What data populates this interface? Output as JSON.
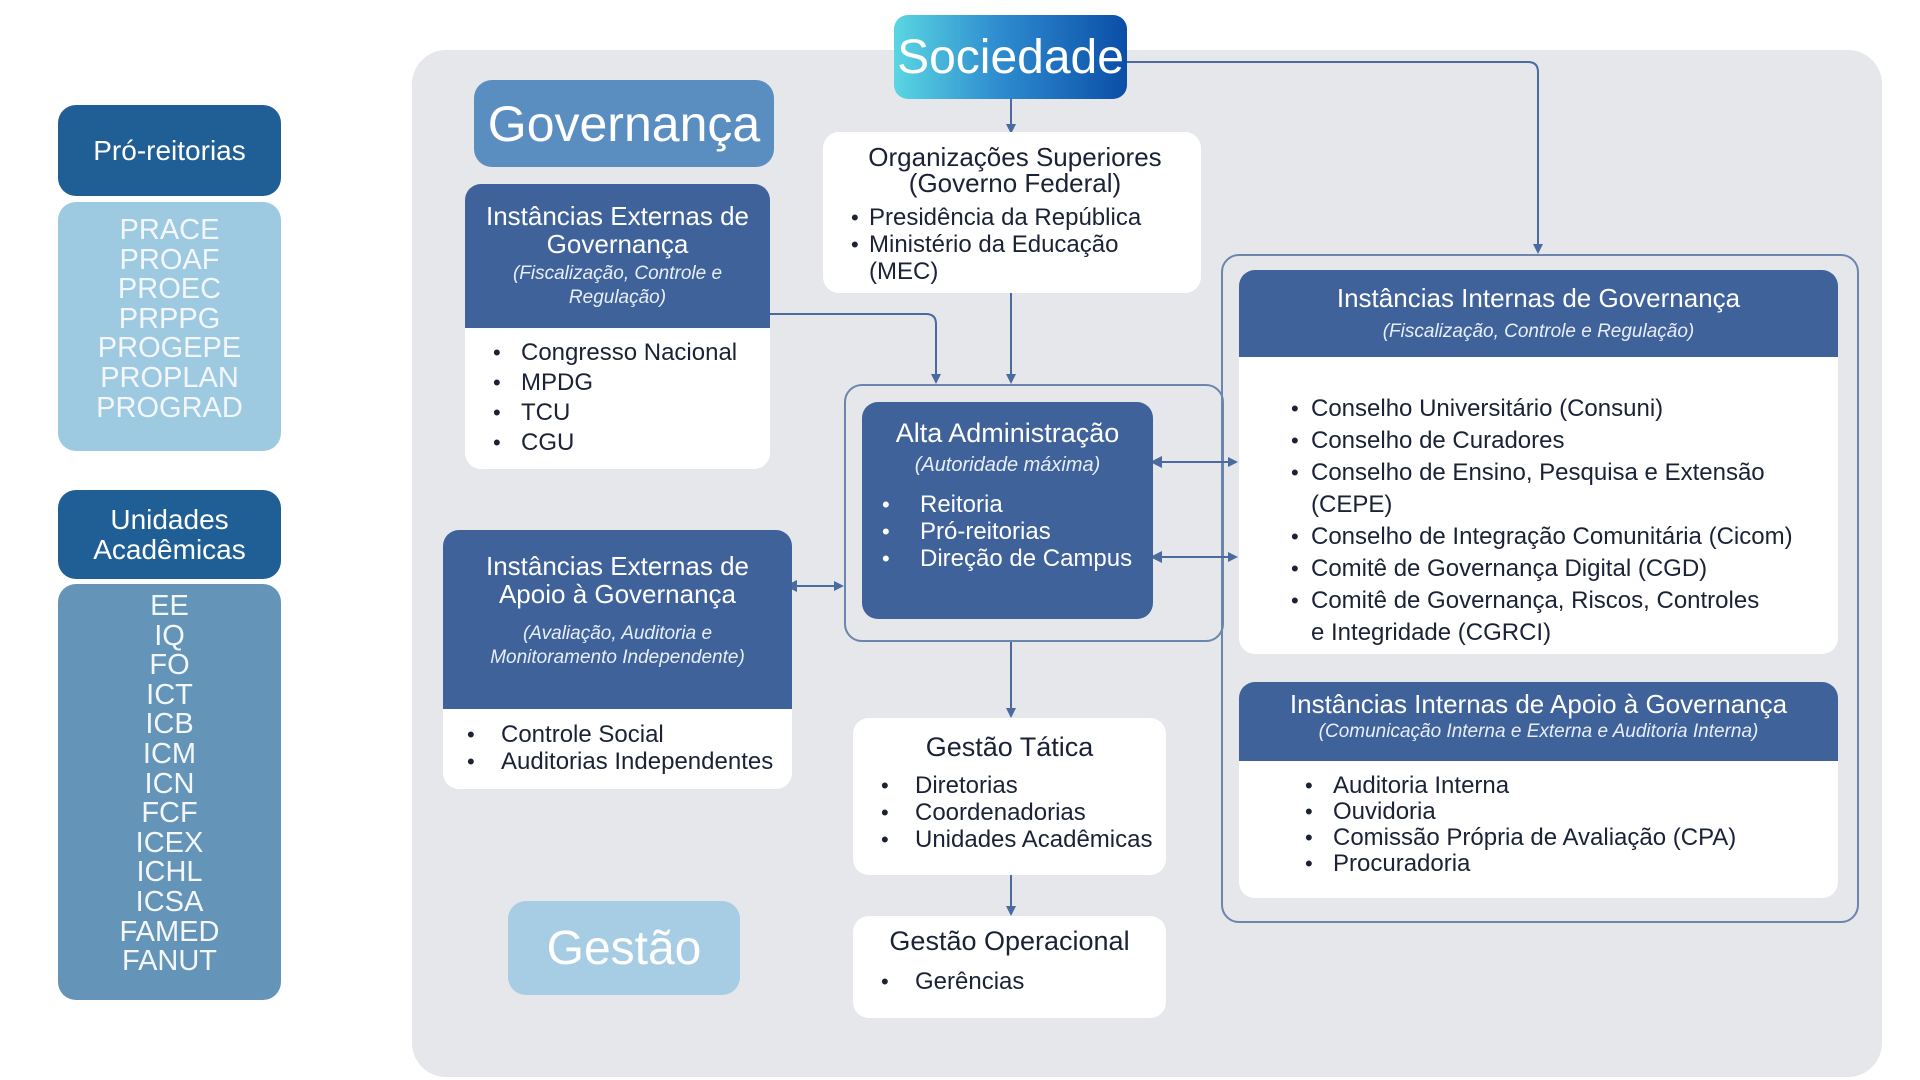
{
  "sidebar": {
    "pro_reitorias": {
      "title": "Pró-reitorias",
      "items": [
        "PRACE",
        "PROAF",
        "PROEC",
        "PRPPG",
        "PROGEPE",
        "PROPLAN",
        "PROGRAD"
      ]
    },
    "unidades": {
      "title": "Unidades Acadêmicas",
      "items": [
        "EE",
        "IQ",
        "FO",
        "ICT",
        "ICB",
        "ICM",
        "ICN",
        "FCF",
        "ICEX",
        "ICHL",
        "ICSA",
        "FAMED",
        "FANUT"
      ]
    }
  },
  "labels": {
    "governanca": "Governança",
    "gestao": "Gestão",
    "sociedade": "Sociedade"
  },
  "org_superiores": {
    "title_line1": "Organizações Superiores",
    "title_line2": "(Governo Federal)",
    "items": [
      "Presidência da República",
      "Ministério da Educação (MEC)"
    ]
  },
  "inst_ext_gov": {
    "title": "Instâncias Externas de Governança",
    "subtitle": "(Fiscalização, Controle e Regulação)",
    "items": [
      "Congresso Nacional",
      "MPDG",
      "TCU",
      "CGU"
    ]
  },
  "inst_ext_apoio": {
    "title": "Instâncias Externas de Apoio à Governança",
    "subtitle": "(Avaliação, Auditoria e Monitoramento Independente)",
    "items": [
      "Controle Social",
      "Auditorias Independentes"
    ]
  },
  "alta_admin": {
    "title": "Alta Administração",
    "subtitle": "(Autoridade máxima)",
    "items": [
      "Reitoria",
      "Pró-reitorias",
      "Direção de Campus"
    ]
  },
  "gestao_tatica": {
    "title": "Gestão Tática",
    "items": [
      "Diretorias",
      "Coordenadorias",
      "Unidades Acadêmicas"
    ]
  },
  "gestao_operacional": {
    "title": "Gestão Operacional",
    "items": [
      "Gerências"
    ]
  },
  "inst_int_gov": {
    "title": "Instâncias Internas de Governança",
    "subtitle": "(Fiscalização, Controle e Regulação)",
    "items": [
      "Conselho Universitário (Consuni)",
      "Conselho de Curadores",
      "Conselho de Ensino, Pesquisa e Extensão (CEPE)",
      "Conselho de Integração Comunitária (Cicom)",
      "Comitê de Governança Digital (CGD)",
      "Comitê de Governança, Riscos, Controles e Integridade (CGRCI)"
    ]
  },
  "inst_int_apoio": {
    "title": "Instâncias Internas de Apoio à Governança",
    "subtitle": "(Comunicação Interna e Externa e Auditoria Interna)",
    "items": [
      "Auditoria Interna",
      "Ouvidoria",
      "Comissão Própria de Avaliação (CPA)",
      "Procuradoria"
    ]
  },
  "colors": {
    "dark_blue": "#1f5f95",
    "card_header": "#3f629b",
    "connector": "#4a6aa0",
    "panel_bg": "#e5e7ea"
  }
}
